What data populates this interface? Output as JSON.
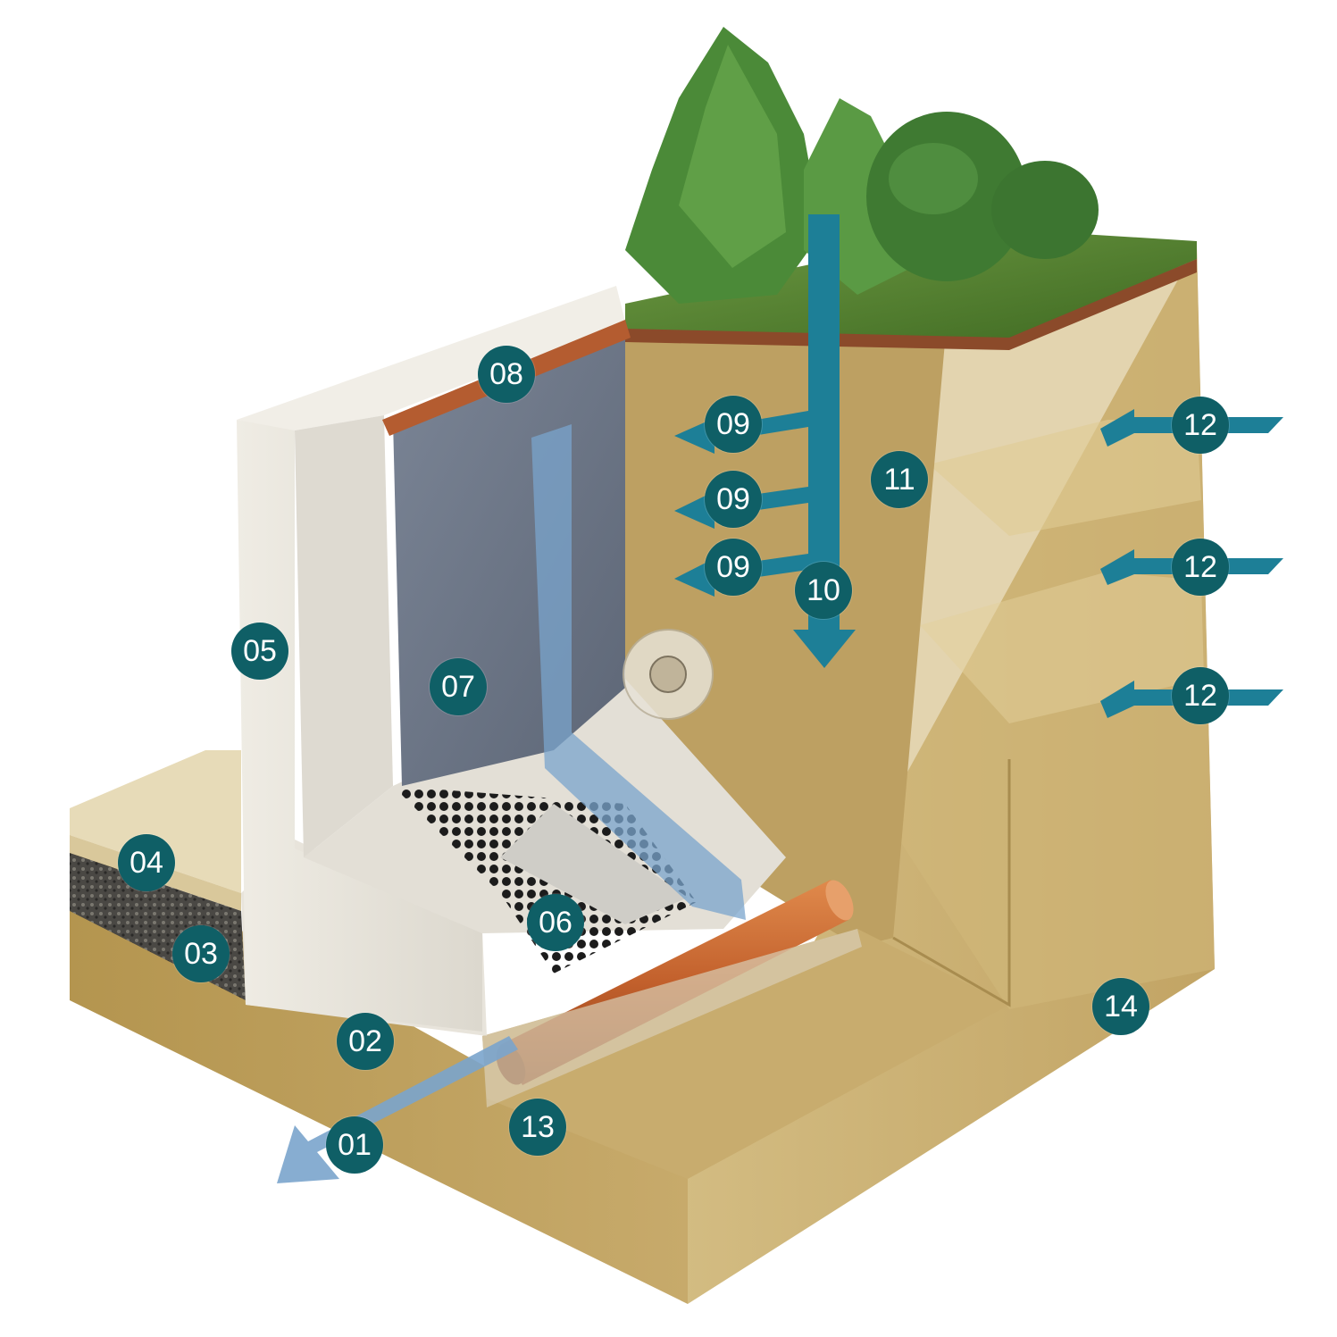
{
  "colors": {
    "badge": "#0f5f66",
    "badge_text": "#ffffff",
    "flow_arrow": "#1d7f97",
    "drain_arrow": "#7aa4cc",
    "soil": "#c9ad6f",
    "concrete": "#e6e3da",
    "membrane": "#6f7a8a",
    "pipe": "#c2602c",
    "grass": "#4b7a2a",
    "tree": "#4d8a3a"
  },
  "icons": [
    "tree-icon",
    "arrow-icon",
    "pipe-icon"
  ],
  "labels": [
    {
      "id": "01",
      "text": "01"
    },
    {
      "id": "02",
      "text": "02"
    },
    {
      "id": "03",
      "text": "03"
    },
    {
      "id": "04",
      "text": "04"
    },
    {
      "id": "05",
      "text": "05"
    },
    {
      "id": "06",
      "text": "06"
    },
    {
      "id": "07",
      "text": "07"
    },
    {
      "id": "08",
      "text": "08"
    },
    {
      "id": "09a",
      "text": "09"
    },
    {
      "id": "09b",
      "text": "09"
    },
    {
      "id": "09c",
      "text": "09"
    },
    {
      "id": "10",
      "text": "10"
    },
    {
      "id": "11",
      "text": "11"
    },
    {
      "id": "12a",
      "text": "12"
    },
    {
      "id": "12b",
      "text": "12"
    },
    {
      "id": "12c",
      "text": "12"
    },
    {
      "id": "13",
      "text": "13"
    },
    {
      "id": "14",
      "text": "14"
    }
  ]
}
